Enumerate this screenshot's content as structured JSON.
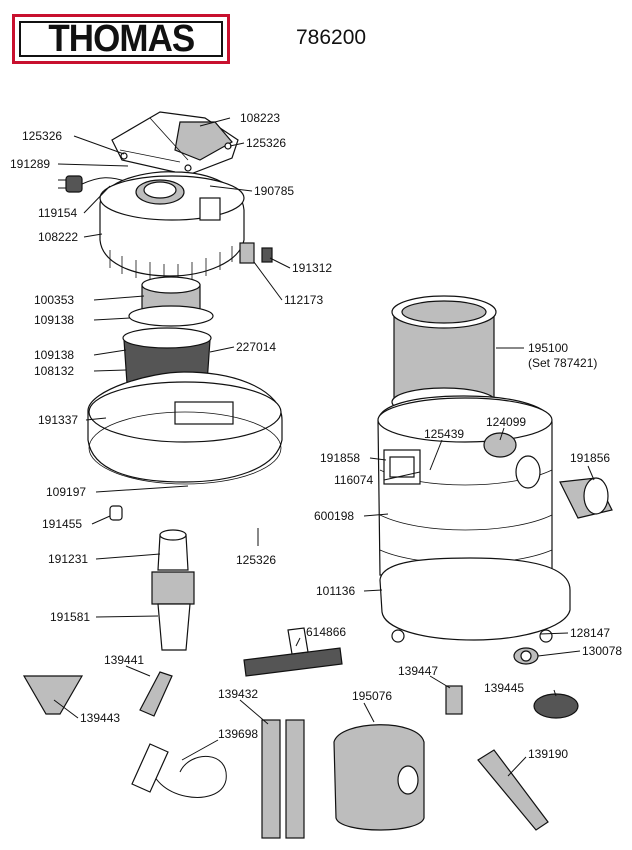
{
  "header": {
    "brand": "THOMAS",
    "model_number": "786200"
  },
  "colors": {
    "brand_red": "#c8102e",
    "ink": "#111111"
  },
  "parts": [
    {
      "id": "p108223",
      "label": "108223"
    },
    {
      "id": "p125326a",
      "label": "125326"
    },
    {
      "id": "p125326b",
      "label": "125326"
    },
    {
      "id": "p191289",
      "label": "191289"
    },
    {
      "id": "p190785",
      "label": "190785"
    },
    {
      "id": "p119154",
      "label": "119154"
    },
    {
      "id": "p108222",
      "label": "108222"
    },
    {
      "id": "p191312",
      "label": "191312"
    },
    {
      "id": "p112173",
      "label": "112173"
    },
    {
      "id": "p100353",
      "label": "100353"
    },
    {
      "id": "p109138a",
      "label": "109138"
    },
    {
      "id": "p227014",
      "label": "227014"
    },
    {
      "id": "p109138b",
      "label": "109138"
    },
    {
      "id": "p108132",
      "label": "108132"
    },
    {
      "id": "p191337",
      "label": "191337"
    },
    {
      "id": "p195100",
      "label": "195100"
    },
    {
      "id": "p787421",
      "label": "(Set 787421)"
    },
    {
      "id": "p125439",
      "label": "125439"
    },
    {
      "id": "p124099",
      "label": "124099"
    },
    {
      "id": "p191858",
      "label": "191858"
    },
    {
      "id": "p191856",
      "label": "191856"
    },
    {
      "id": "p116074",
      "label": "116074"
    },
    {
      "id": "p109197",
      "label": "109197"
    },
    {
      "id": "p600198",
      "label": "600198"
    },
    {
      "id": "p191455",
      "label": "191455"
    },
    {
      "id": "p191231",
      "label": "191231"
    },
    {
      "id": "p125326c",
      "label": "125326"
    },
    {
      "id": "p101136",
      "label": "101136"
    },
    {
      "id": "p191581",
      "label": "191581"
    },
    {
      "id": "p614866",
      "label": "614866"
    },
    {
      "id": "p128147",
      "label": "128147"
    },
    {
      "id": "p130078",
      "label": "130078"
    },
    {
      "id": "p139441",
      "label": "139441"
    },
    {
      "id": "p139447",
      "label": "139447"
    },
    {
      "id": "p139445",
      "label": "139445"
    },
    {
      "id": "p139443",
      "label": "139443"
    },
    {
      "id": "p139432",
      "label": "139432"
    },
    {
      "id": "p195076",
      "label": "195076"
    },
    {
      "id": "p139698",
      "label": "139698"
    },
    {
      "id": "p139190",
      "label": "139190"
    }
  ]
}
